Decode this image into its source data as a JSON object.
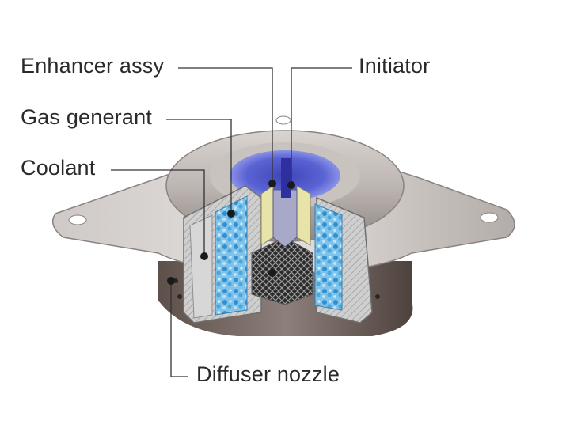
{
  "labels": {
    "enhancer": "Enhancer assy",
    "initiator": "Initiator",
    "gas_generant": "Gas generant",
    "coolant": "Coolant",
    "diffuser": "Diffuser nozzle"
  }
}
